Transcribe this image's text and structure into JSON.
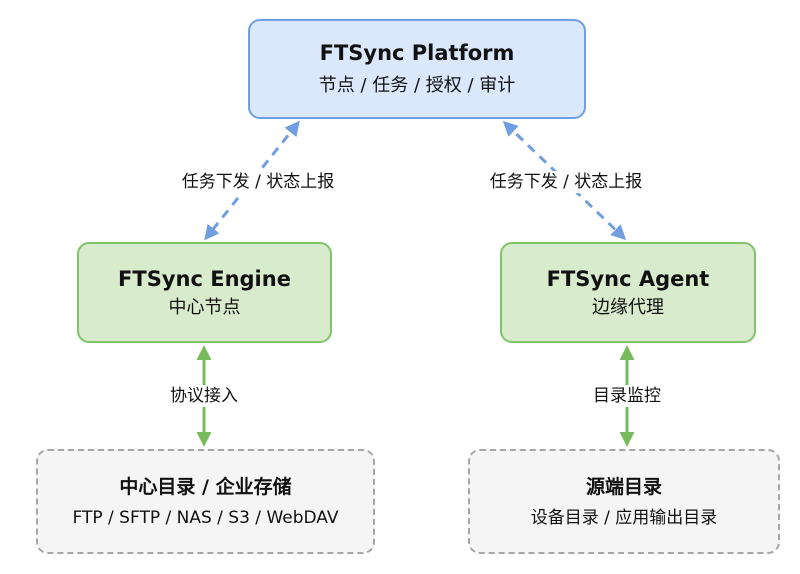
{
  "nodes": {
    "platform": {
      "title": "FTSync Platform",
      "subtitle": "节点 / 任务 / 授权 / 审计"
    },
    "engine": {
      "title": "FTSync Engine",
      "subtitle": "中心节点"
    },
    "agent": {
      "title": "FTSync Agent",
      "subtitle": "边缘代理"
    },
    "center_directory": {
      "title": "中心目录 / 企业存储",
      "subtitle": "FTP / SFTP / NAS / S3 / WebDAV"
    },
    "source_directory": {
      "title": "源端目录",
      "subtitle": "设备目录 / 应用输出目录"
    }
  },
  "edges": {
    "platform_engine": {
      "label": "任务下发 / 状态上报",
      "style": "dashed",
      "color": "#6f9fe0"
    },
    "platform_agent": {
      "label": "任务下发 / 状态上报",
      "style": "dashed",
      "color": "#6f9fe0"
    },
    "engine_center": {
      "label": "协议接入",
      "style": "solid",
      "color": "#78bb5e"
    },
    "agent_source": {
      "label": "目录监控",
      "style": "solid",
      "color": "#78bb5e"
    }
  },
  "colors": {
    "platform_fill": "#dbe8fb",
    "platform_border": "#6f9fe0",
    "node_fill": "#d8ebcd",
    "node_border": "#7fc46a",
    "storage_fill": "#f5f5f5",
    "storage_border": "#a6a6a6"
  }
}
